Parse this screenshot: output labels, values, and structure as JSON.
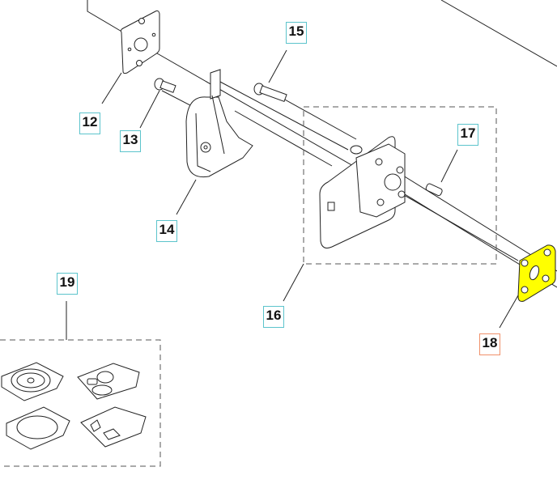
{
  "diagram": {
    "title": "Carburetor assembly exploded view",
    "highlight_color": "#ffff00",
    "callout_border_color": "#5cc4cc",
    "selected_callout_border_color": "#f0906a",
    "callouts": [
      {
        "id": "12",
        "label": "12",
        "part": "gasket"
      },
      {
        "id": "13",
        "label": "13",
        "part": "screw"
      },
      {
        "id": "14",
        "label": "14",
        "part": "air-filter-holder"
      },
      {
        "id": "15",
        "label": "15",
        "part": "screw"
      },
      {
        "id": "16",
        "label": "16",
        "part": "carburetor"
      },
      {
        "id": "17",
        "label": "17",
        "part": "sleeve"
      },
      {
        "id": "18",
        "label": "18",
        "part": "gasket",
        "selected": true
      },
      {
        "id": "19",
        "label": "19",
        "part": "gasket-kit"
      }
    ]
  }
}
